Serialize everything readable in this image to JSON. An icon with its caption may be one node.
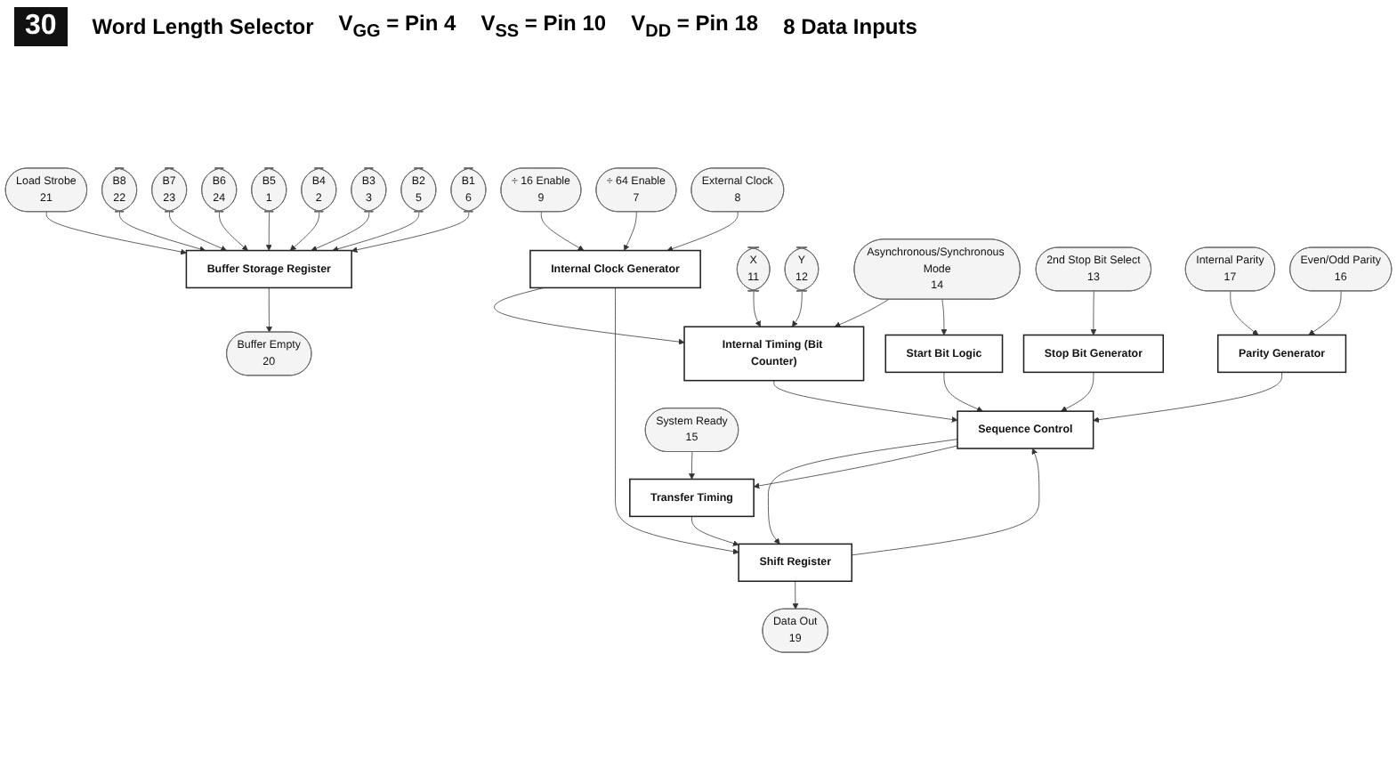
{
  "diagram": {
    "nodes": [
      {
        "text": [
          "Internal Timing (Bit Counter)"
        ]
      },
      {
        "text": [
          "Stop Bit Generator"
        ]
      },
      {
        "text": [
          "Parity Generator"
        ]
      },
      {
        "text": [
          "Start Bit Logic"
        ]
      },
      {
        "text": [
          "Sequence Control"
        ]
      },
      {
        "text": [
          "Internal Clock Generator"
        ]
      },
      {
        "text": [
          "Shift Register"
        ]
      },
      {
        "text": [
          "Buffer Storage Register"
        ]
      },
      {
        "text": [
          "Transfer Timing"
        ]
      },
      {
        "text": [
          "X",
          "11"
        ]
      },
      {
        "text": [
          "Y",
          "12"
        ]
      },
      {
        "text": [
          "2nd Stop Bit Select",
          "13"
        ]
      },
      {
        "text": [
          "Internal Parity",
          "17"
        ]
      },
      {
        "text": [
          "Even/Odd Parity",
          "16"
        ]
      },
      {
        "text": [
          "Asynchronous/Synchronous Mode",
          "14"
        ]
      },
      {
        "text": [
          "÷ 16 Enable",
          "9"
        ]
      },
      {
        "text": [
          "÷ 64 Enable",
          "7"
        ]
      },
      {
        "text": [
          "External Clock",
          "8"
        ]
      },
      {
        "text": [
          "Load Strobe",
          "21"
        ]
      },
      {
        "text": [
          "Data Out",
          "19"
        ]
      },
      {
        "text": [
          "System Ready",
          "15"
        ]
      },
      {
        "text": [
          "Buffer Empty",
          "20"
        ]
      },
      {
        "text": [
          "B8",
          "22"
        ]
      },
      {
        "text": [
          "B7",
          "23"
        ]
      },
      {
        "text": [
          "B6",
          "24"
        ]
      },
      {
        "text": [
          "B5",
          "1"
        ]
      },
      {
        "text": [
          "B4",
          "2"
        ]
      },
      {
        "text": [
          "B3",
          "3"
        ]
      },
      {
        "text": [
          "B2",
          "5"
        ]
      },
      {
        "text": [
          "B1",
          "6"
        ]
      }
    ],
    "edges": [
      {
        "from": 9,
        "to": 0,
        "arrow": "to"
      },
      {
        "from": 10,
        "to": 0,
        "arrow": "to"
      },
      {
        "from": 14,
        "to": 0,
        "arrow": "to"
      },
      {
        "from": 11,
        "to": 1,
        "arrow": "to"
      },
      {
        "from": 12,
        "to": 2,
        "arrow": "to"
      },
      {
        "from": 13,
        "to": 2,
        "arrow": "to"
      },
      {
        "from": 14,
        "to": 3,
        "arrow": "to"
      },
      {
        "from": 15,
        "to": 5,
        "arrow": "to"
      },
      {
        "from": 16,
        "to": 5,
        "arrow": "to"
      },
      {
        "from": 17,
        "to": 5,
        "arrow": "to"
      },
      {
        "from": 5,
        "to": 0,
        "arrow": "to"
      },
      {
        "from": 5,
        "to": 6,
        "arrow": "to"
      },
      {
        "from": 0,
        "to": 4,
        "arrow": "to"
      },
      {
        "from": 1,
        "to": 4,
        "arrow": "to"
      },
      {
        "from": 2,
        "to": 4,
        "arrow": "to"
      },
      {
        "from": 3,
        "to": 4,
        "arrow": "to"
      },
      {
        "from": 6,
        "to": 4,
        "arrow": "to"
      },
      {
        "from": 4,
        "to": 6,
        "arrow": "to"
      },
      {
        "from": 4,
        "to": 8,
        "arrow": "to"
      },
      {
        "from": 6,
        "to": 19,
        "arrow": "to"
      },
      {
        "from": 20,
        "to": 8,
        "arrow": "to"
      },
      {
        "from": 8,
        "to": 6,
        "arrow": "to"
      },
      {
        "from": 18,
        "to": 7,
        "arrow": "to"
      },
      {
        "from": 7,
        "to": 21,
        "arrow": "to"
      },
      {
        "from": 22,
        "to": 7,
        "arrow": "to"
      },
      {
        "from": 23,
        "to": 7,
        "arrow": "to"
      },
      {
        "from": 24,
        "to": 7,
        "arrow": "to"
      },
      {
        "from": 25,
        "to": 7,
        "arrow": "to"
      },
      {
        "from": 26,
        "to": 7,
        "arrow": "to"
      },
      {
        "from": 27,
        "to": 7,
        "arrow": "to"
      },
      {
        "from": 28,
        "to": 7,
        "arrow": "to"
      },
      {
        "from": 29,
        "to": 7,
        "arrow": "to"
      }
    ],
    "labels": [
      "30",
      "Word Length Selector",
      "V$_{GG}$ = Pin 4",
      "V$_{SS}$ = Pin 10",
      "V$_{DD}$ = Pin 18",
      "8 Data Inputs"
    ]
  }
}
